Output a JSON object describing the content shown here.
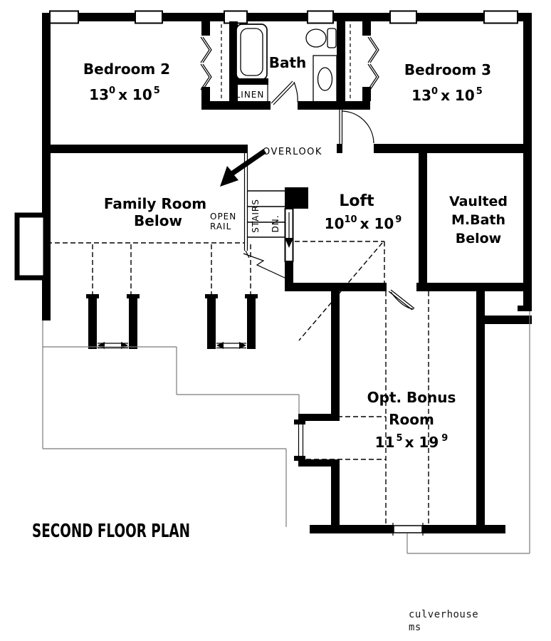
{
  "rooms": {
    "bedroom2": {
      "name": "Bedroom 2",
      "dim": {
        "a": "13",
        "a_sup": "0",
        "mid": "x 10",
        "b_sup": "5"
      }
    },
    "bath": {
      "name": "Bath"
    },
    "bedroom3": {
      "name": "Bedroom 3",
      "dim": {
        "a": "13",
        "a_sup": "0",
        "mid": "x 10",
        "b_sup": "5"
      }
    },
    "family_room": {
      "line1": "Family Room",
      "line2": "Below"
    },
    "loft": {
      "name": "Loft",
      "dim": {
        "a": "10",
        "a_sup": "10",
        "mid": "x 10",
        "b_sup": "9"
      }
    },
    "master_bath": {
      "line1": "Vaulted",
      "line2": "M.Bath",
      "line3": "Below"
    },
    "bonus_room": {
      "line1": "Opt. Bonus",
      "line2": "Room",
      "dim": {
        "a": "11",
        "a_sup": "5",
        "mid": "x 19",
        "b_sup": "9"
      }
    }
  },
  "labels": {
    "overlook": "OVERLOOK",
    "open_rail_line1": "OPEN",
    "open_rail_line2": "RAIL",
    "stairs": "STAIRS",
    "down": "DN.",
    "linen": "LINEN"
  },
  "footer": {
    "plan_title": "SECOND FLOOR PLAN"
  },
  "watermark": {
    "line1": "culverhouse",
    "line2": "ms"
  },
  "colors": {
    "wall": "#000000",
    "thin_line": "#7a7a7a",
    "background": "#ffffff"
  }
}
